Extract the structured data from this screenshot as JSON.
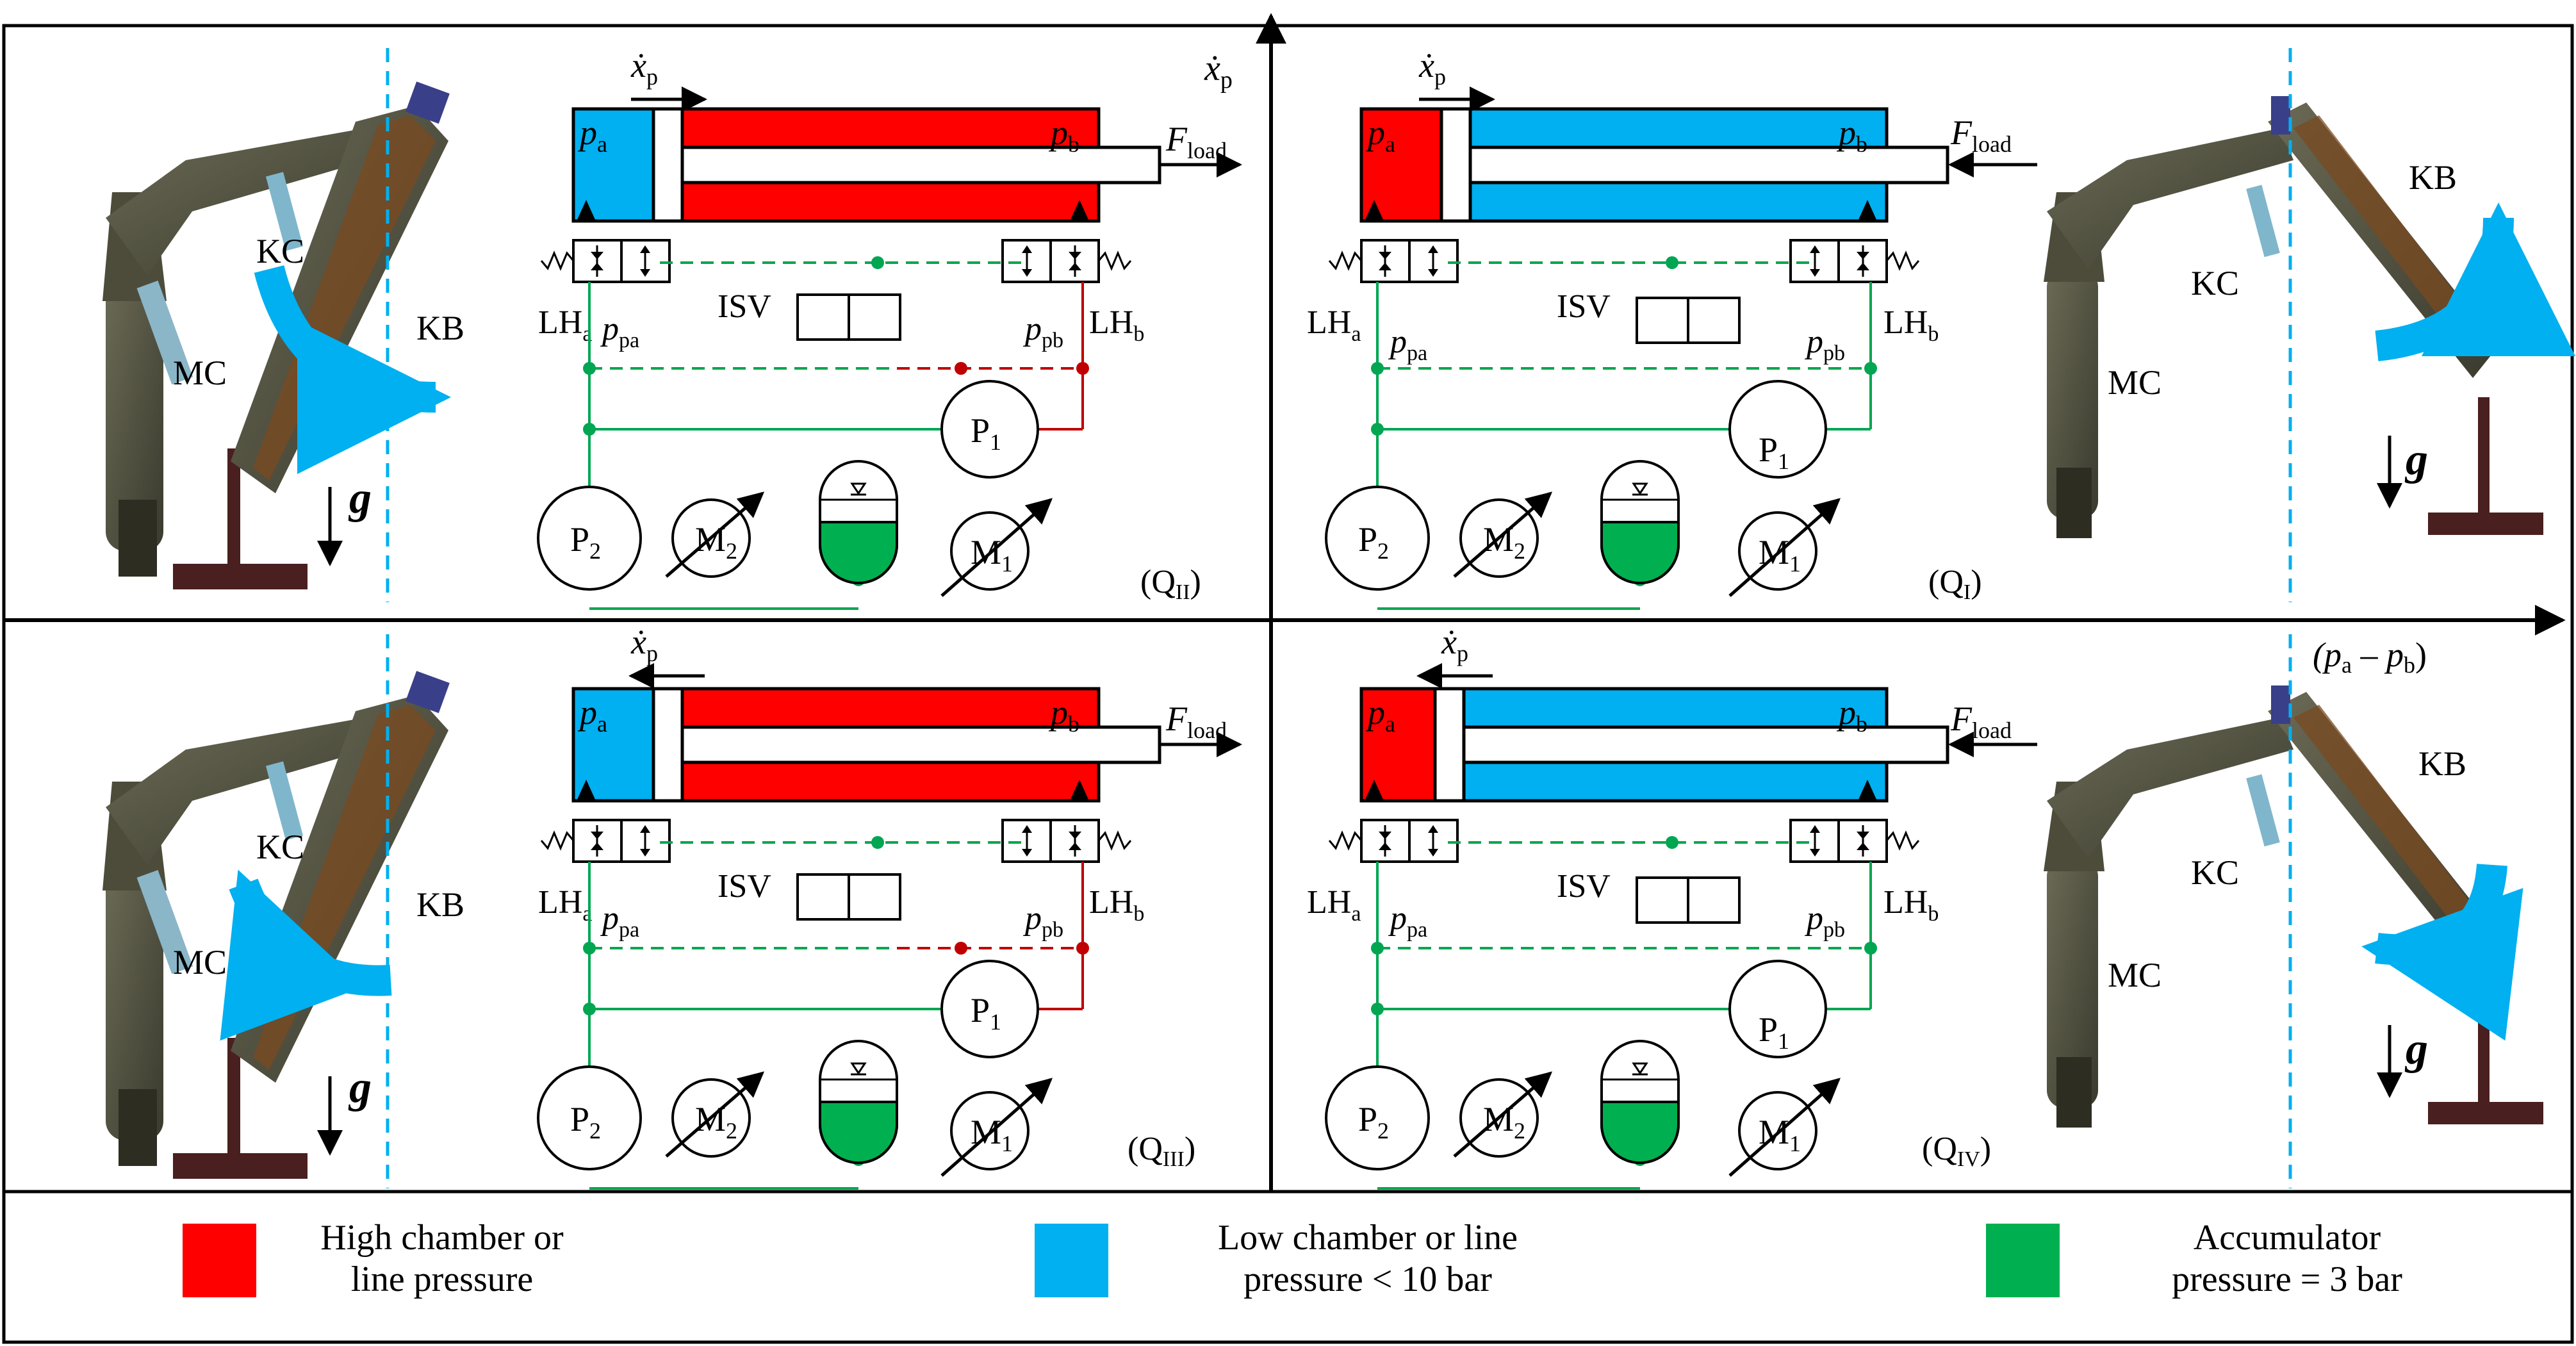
{
  "axes": {
    "x_label_main": "(p",
    "x_label_sub_a": "a",
    "x_label_mid": " – p",
    "x_label_sub_b": "b",
    "x_label_end": ")",
    "y_label_main": "ẋ",
    "y_label_sub": "p"
  },
  "common": {
    "pa": "p",
    "pa_sub": "a",
    "pb": "p",
    "pb_sub": "b",
    "fload": "F",
    "fload_sub": "load",
    "xp": "ẋ",
    "xp_sub": "p",
    "lha": "LH",
    "lha_sub": "a",
    "lhb": "LH",
    "lhb_sub": "b",
    "isv": "ISV",
    "ppa": "p",
    "ppa_sub": "pa",
    "ppb": "p",
    "ppb_sub": "pb",
    "p1": "P",
    "p1_sub": "1",
    "p2": "P",
    "p2_sub": "2",
    "m1": "M",
    "m1_sub": "1",
    "m2": "M",
    "m2_sub": "2",
    "kc": "KC",
    "kb": "KB",
    "mc": "MC",
    "g": "g"
  },
  "quadrants": {
    "q2": {
      "tag": "(Q",
      "tag_sub": "II",
      "tag_end": ")"
    },
    "q1": {
      "tag": "(Q",
      "tag_sub": "I",
      "tag_end": ")"
    },
    "q3": {
      "tag": "(Q",
      "tag_sub": "III",
      "tag_end": ")"
    },
    "q4": {
      "tag": "(Q",
      "tag_sub": "IV",
      "tag_end": ")"
    }
  },
  "legend": {
    "high_line1": "High chamber or",
    "high_line2": "line pressure",
    "low_line1": "Low chamber or line",
    "low_line2": "pressure < 10 bar",
    "acc_line1": "Accumulator",
    "acc_line2": "pressure = 3 bar"
  },
  "colors": {
    "high": "#ff0000",
    "low": "#00b0f0",
    "accumulator": "#00b050",
    "line_green": "#00a651",
    "line_red": "#c00000",
    "crane_dark": "#4a4a3c",
    "base": "#4a1f1f"
  }
}
